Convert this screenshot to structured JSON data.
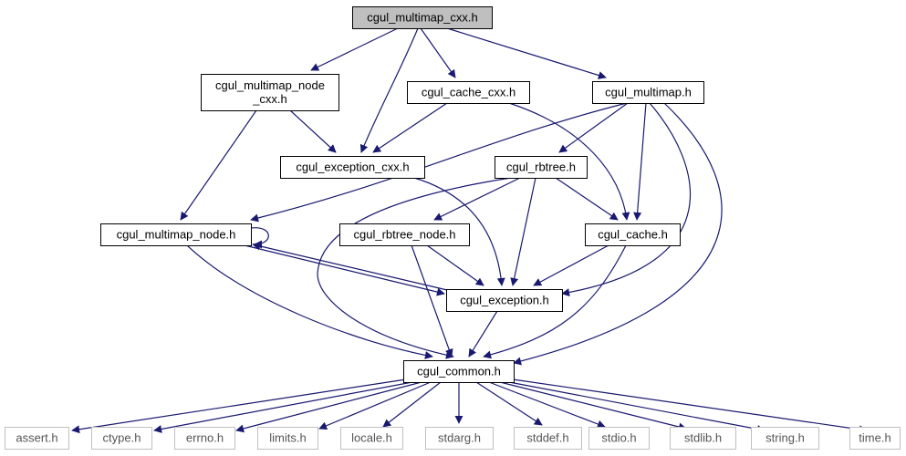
{
  "nodes": [
    {
      "id": "root",
      "lines": [
        "cgul_multimap_cxx.h"
      ],
      "style": "root"
    },
    {
      "id": "mm_node_cxx",
      "lines": [
        "cgul_multimap_node",
        "_cxx.h"
      ],
      "style": "normal"
    },
    {
      "id": "cache_cxx",
      "lines": [
        "cgul_cache_cxx.h"
      ],
      "style": "normal"
    },
    {
      "id": "multimap",
      "lines": [
        "cgul_multimap.h"
      ],
      "style": "normal"
    },
    {
      "id": "exc_cxx",
      "lines": [
        "cgul_exception_cxx.h"
      ],
      "style": "normal"
    },
    {
      "id": "rbtree",
      "lines": [
        "cgul_rbtree.h"
      ],
      "style": "normal"
    },
    {
      "id": "mm_node",
      "lines": [
        "cgul_multimap_node.h"
      ],
      "style": "normal"
    },
    {
      "id": "rbtree_node",
      "lines": [
        "cgul_rbtree_node.h"
      ],
      "style": "normal"
    },
    {
      "id": "cache",
      "lines": [
        "cgul_cache.h"
      ],
      "style": "normal"
    },
    {
      "id": "exception",
      "lines": [
        "cgul_exception.h"
      ],
      "style": "normal"
    },
    {
      "id": "common",
      "lines": [
        "cgul_common.h"
      ],
      "style": "normal"
    },
    {
      "id": "assert",
      "lines": [
        "assert.h"
      ],
      "style": "system"
    },
    {
      "id": "ctype",
      "lines": [
        "ctype.h"
      ],
      "style": "system"
    },
    {
      "id": "errno",
      "lines": [
        "errno.h"
      ],
      "style": "system"
    },
    {
      "id": "limits",
      "lines": [
        "limits.h"
      ],
      "style": "system"
    },
    {
      "id": "locale",
      "lines": [
        "locale.h"
      ],
      "style": "system"
    },
    {
      "id": "stdarg",
      "lines": [
        "stdarg.h"
      ],
      "style": "system"
    },
    {
      "id": "stddef",
      "lines": [
        "stddef.h"
      ],
      "style": "system"
    },
    {
      "id": "stdio",
      "lines": [
        "stdio.h"
      ],
      "style": "system"
    },
    {
      "id": "stdlib",
      "lines": [
        "stdlib.h"
      ],
      "style": "system"
    },
    {
      "id": "string",
      "lines": [
        "string.h"
      ],
      "style": "system"
    },
    {
      "id": "time",
      "lines": [
        "time.h"
      ],
      "style": "system"
    }
  ],
  "edges": [
    {
      "from": "root",
      "to": "mm_node_cxx"
    },
    {
      "from": "root",
      "to": "exc_cxx"
    },
    {
      "from": "root",
      "to": "cache_cxx"
    },
    {
      "from": "root",
      "to": "multimap"
    },
    {
      "from": "mm_node_cxx",
      "to": "exc_cxx"
    },
    {
      "from": "mm_node_cxx",
      "to": "mm_node"
    },
    {
      "from": "cache_cxx",
      "to": "exc_cxx"
    },
    {
      "from": "cache_cxx",
      "to": "cache"
    },
    {
      "from": "exc_cxx",
      "to": "exception"
    },
    {
      "from": "multimap",
      "to": "mm_node"
    },
    {
      "from": "multimap",
      "to": "rbtree"
    },
    {
      "from": "multimap",
      "to": "cache"
    },
    {
      "from": "multimap",
      "to": "exception"
    },
    {
      "from": "multimap",
      "to": "common"
    },
    {
      "from": "rbtree",
      "to": "rbtree_node"
    },
    {
      "from": "rbtree",
      "to": "cache"
    },
    {
      "from": "rbtree",
      "to": "exception"
    },
    {
      "from": "rbtree",
      "to": "common"
    },
    {
      "from": "mm_node",
      "to": "mm_node"
    },
    {
      "from": "mm_node",
      "to": "exception"
    },
    {
      "from": "exception",
      "to": "mm_node"
    },
    {
      "from": "mm_node",
      "to": "common"
    },
    {
      "from": "rbtree_node",
      "to": "exception"
    },
    {
      "from": "rbtree_node",
      "to": "common"
    },
    {
      "from": "cache",
      "to": "exception"
    },
    {
      "from": "cache",
      "to": "common"
    },
    {
      "from": "exception",
      "to": "common"
    },
    {
      "from": "common",
      "to": "assert"
    },
    {
      "from": "common",
      "to": "ctype"
    },
    {
      "from": "common",
      "to": "errno"
    },
    {
      "from": "common",
      "to": "limits"
    },
    {
      "from": "common",
      "to": "locale"
    },
    {
      "from": "common",
      "to": "stdarg"
    },
    {
      "from": "common",
      "to": "stddef"
    },
    {
      "from": "common",
      "to": "stdio"
    },
    {
      "from": "common",
      "to": "stdlib"
    },
    {
      "from": "common",
      "to": "string"
    },
    {
      "from": "common",
      "to": "time"
    }
  ],
  "colors": {
    "edge": "#191970",
    "root_fill": "#bfbfbf",
    "node_stroke": "#000000",
    "system_stroke": "#bfbfbf",
    "background": "#ffffff"
  }
}
